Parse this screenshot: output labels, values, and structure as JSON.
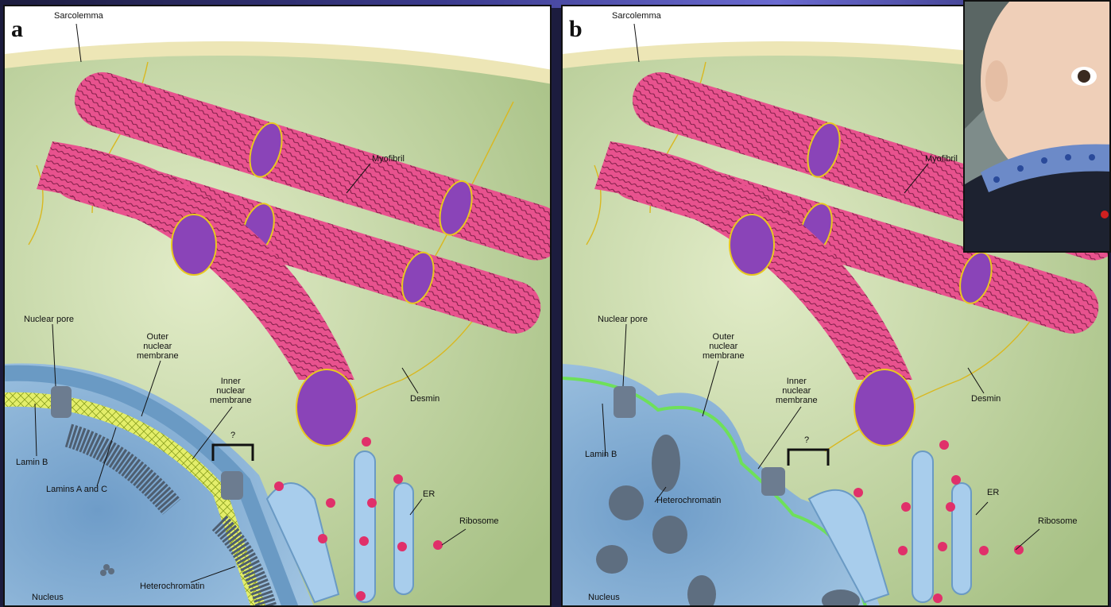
{
  "panels": [
    {
      "letter": "a",
      "labels": {
        "sarcolemma": "Sarcolemma",
        "myofibril": "Myofibril",
        "nuclear_pore": "Nuclear pore",
        "outer_nuclear_membrane": "Outer\nnuclear\nmembrane",
        "inner_nuclear_membrane": "Inner\nnuclear\nmembrane",
        "question": "?",
        "desmin": "Desmin",
        "lamin_b": "Lamin B",
        "lamins_a_c": "Lamins A and C",
        "er": "ER",
        "ribosome": "Ribosome",
        "heterochromatin": "Heterochromatin",
        "nucleus": "Nucleus"
      }
    },
    {
      "letter": "b",
      "labels": {
        "sarcolemma": "Sarcolemma",
        "myofibril": "Myofibril",
        "nuclear_pore": "Nuclear pore",
        "outer_nuclear_membrane": "Outer\nnuclear\nmembrane",
        "inner_nuclear_membrane": "Inner\nnuclear\nmembrane",
        "question": "?",
        "desmin": "Desmin",
        "lamin_b": "Lamin B",
        "heterochromatin": "Heterochromatin",
        "er": "ER",
        "ribosome": "Ribosome",
        "nucleus": "Nucleus"
      }
    }
  ],
  "colors": {
    "cytoplasm": "#bcd39c",
    "sarcolemma": "#ede6b6",
    "myofibril": "#e8528e",
    "myofibril_end": "#8a44b8",
    "desmin": "#e8c820",
    "nucleus": "#8ab8de",
    "lamin_a_c": "#e4ee6a",
    "lamin_b_defect": "#6ee05a",
    "er": "#a8cdec",
    "ribosome": "#e0306a",
    "heterochromatin": "#5e6e80"
  },
  "photo": {
    "subject": "child-portrait-photo"
  }
}
